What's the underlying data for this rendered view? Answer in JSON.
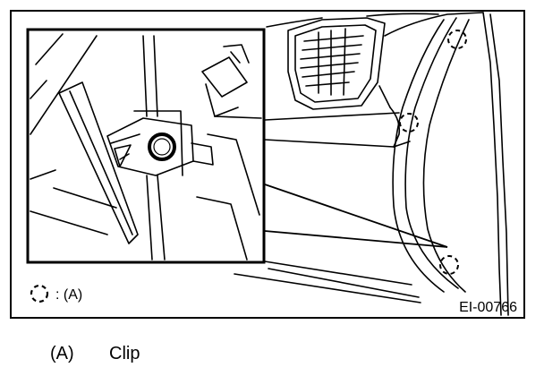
{
  "figure": {
    "legend_symbol": "dashed-circle-icon",
    "legend_text": ": (A)",
    "figure_code": "EI-00766"
  },
  "caption": {
    "letter": "(A)",
    "text": "Clip"
  }
}
